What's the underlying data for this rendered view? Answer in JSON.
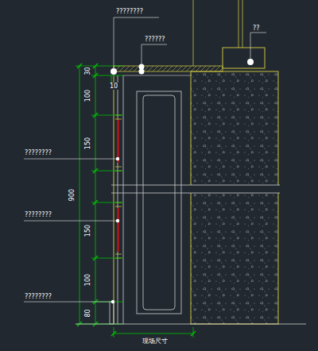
{
  "diagram": {
    "labels": [
      "????????",
      "??????",
      "??",
      "30",
      "100",
      "10",
      "150",
      "900",
      "????????",
      "????????",
      "150",
      "100",
      "????????",
      "80",
      "现场尺寸"
    ]
  }
}
